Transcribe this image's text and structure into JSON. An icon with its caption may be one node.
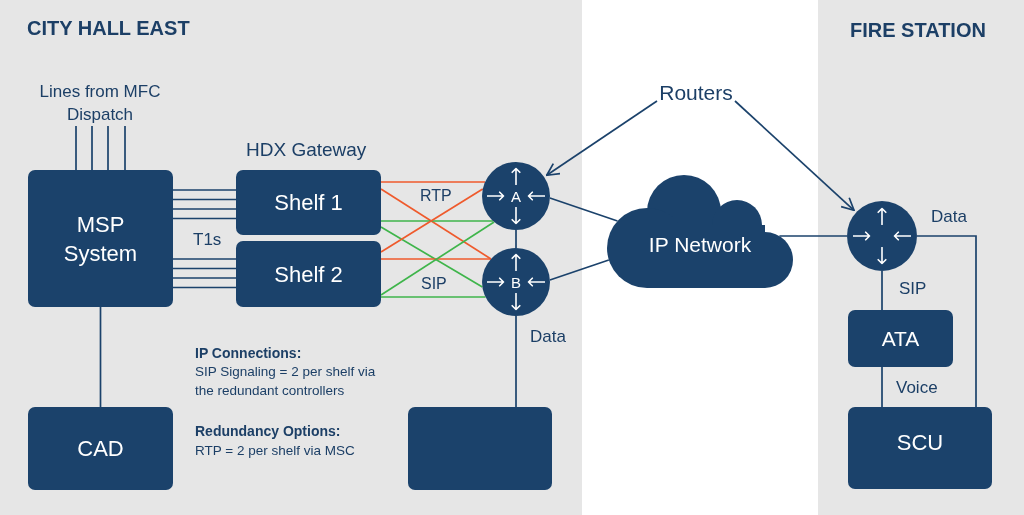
{
  "diagram": {
    "nodes": [
      {
        "text": [
          "CITY HALL EAST"
        ]
      },
      {
        "text": [
          "Lines from MFC Dispatch"
        ],
        "in": 0
      },
      {
        "text": [
          "MSP System"
        ],
        "in": 0
      },
      {
        "text": [
          "Shelf 1"
        ],
        "in": 0
      },
      {
        "text": [
          "Shelf 2"
        ],
        "in": 0
      },
      {
        "text": [
          "A"
        ],
        "in": 0
      },
      {
        "text": [
          "B"
        ],
        "in": 0
      },
      {
        "text": [
          "CAD"
        ],
        "in": 0
      },
      {
        "text": [],
        "shape": "box",
        "in": 0
      },
      {
        "text": [
          "Routers"
        ]
      },
      {
        "text": [
          "IP Network"
        ]
      },
      {
        "text": [
          "FIRE STATION"
        ]
      },
      {
        "text": [],
        "shape": "circle",
        "in": 11
      },
      {
        "text": [
          "ATA"
        ],
        "in": 11
      },
      {
        "text": [
          "SCU"
        ],
        "in": 11
      }
    ],
    "edges": [
      {
        "from": 1,
        "to": 2,
        "arrow": "none"
      },
      {
        "from": 1,
        "to": 2,
        "arrow": "none"
      },
      {
        "from": 1,
        "to": 2,
        "arrow": "none"
      },
      {
        "from": 1,
        "to": 2,
        "arrow": "none"
      },
      {
        "from": 2,
        "to": 3,
        "arrow": "none"
      },
      {
        "from": 2,
        "to": 3,
        "arrow": "none"
      },
      {
        "from": 2,
        "to": 3,
        "arrow": "none"
      },
      {
        "from": 2,
        "to": 3,
        "arrow": "none"
      },
      {
        "from": 2,
        "to": 4,
        "arrow": "none"
      },
      {
        "from": 2,
        "to": 4,
        "arrow": "none"
      },
      {
        "from": 2,
        "to": 4,
        "arrow": "none"
      },
      {
        "from": 2,
        "to": 4,
        "arrow": "none"
      },
      {
        "from": 3,
        "to": 5,
        "arrow": "none",
        "color": "#ef5a2c"
      },
      {
        "from": 3,
        "to": 6,
        "arrow": "none",
        "color": "#ef5a2c"
      },
      {
        "from": 3,
        "to": 5,
        "arrow": "none",
        "color": "#3fb54b"
      },
      {
        "from": 3,
        "to": 6,
        "arrow": "none",
        "color": "#3fb54b"
      },
      {
        "from": 4,
        "to": 5,
        "arrow": "none",
        "color": "#ef5a2c"
      },
      {
        "from": 4,
        "to": 6,
        "arrow": "none",
        "color": "#ef5a2c"
      },
      {
        "from": 4,
        "to": 5,
        "arrow": "none",
        "color": "#3fb54b"
      },
      {
        "from": 4,
        "to": 6,
        "arrow": "none",
        "color": "#3fb54b"
      },
      {
        "from": 5,
        "to": 6,
        "arrow": "none"
      },
      {
        "from": 6,
        "to": 8,
        "arrow": "none",
        "label": "Data"
      },
      {
        "from": 2,
        "to": 7,
        "arrow": "none"
      },
      {
        "from": 5,
        "to": 10,
        "arrow": "none"
      },
      {
        "from": 6,
        "to": 10,
        "arrow": "none"
      },
      {
        "from": 9,
        "to": 5,
        "arrow": "to"
      },
      {
        "from": 9,
        "to": 12,
        "arrow": "to"
      },
      {
        "from": 10,
        "to": 12,
        "arrow": "none"
      },
      {
        "from": 12,
        "to": 13,
        "arrow": "none",
        "label": "SIP"
      },
      {
        "from": 13,
        "to": 14,
        "arrow": "none",
        "label": "Voice"
      },
      {
        "from": 12,
        "to": 14,
        "arrow": "none",
        "label": "Data"
      }
    ],
    "labels": [
      "HDX Gateway",
      "RTP",
      "T1s",
      "SIP",
      "IP Connections:",
      "SIP Signaling = 2 per shelf via the redundant controllers",
      "Redundancy Options:",
      "RTP = 2 per shelf via MSC"
    ]
  }
}
